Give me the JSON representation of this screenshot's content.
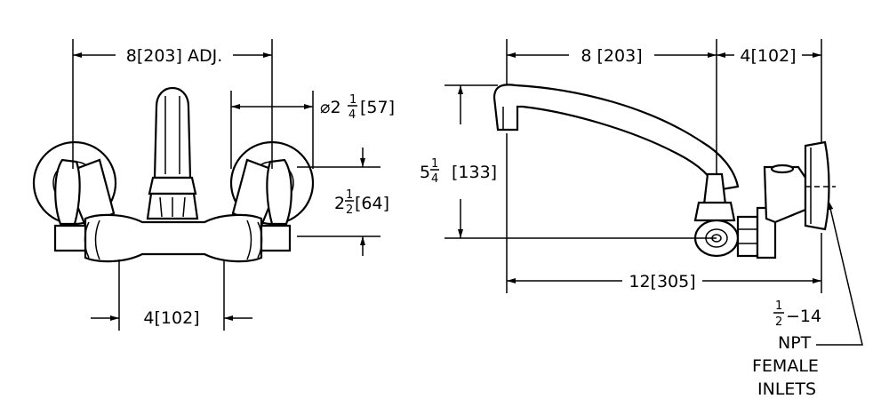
{
  "front_view": {
    "width_label": "8[203] ADJ.",
    "diameter_label": "⌀2¼[57]",
    "diameter_whole": "⌀2",
    "diameter_num": "1",
    "diameter_den": "4",
    "diameter_metric": "[57]",
    "height_whole": "2",
    "height_num": "1",
    "height_den": "2",
    "height_metric": "[64]",
    "bottom_label": "4[102]"
  },
  "side_view": {
    "top_left_label": "8 [203]",
    "top_right_label": "4[102]",
    "height_whole": "5",
    "height_num": "1",
    "height_den": "4",
    "height_metric": "[133]",
    "overall_label": "12[305]"
  },
  "note": {
    "num": "1",
    "den": "2",
    "thread": "−14",
    "line2": "NPT",
    "line3": "FEMALE",
    "line4": "INLETS"
  },
  "colors": {
    "line": "#000000",
    "background": "#ffffff"
  }
}
